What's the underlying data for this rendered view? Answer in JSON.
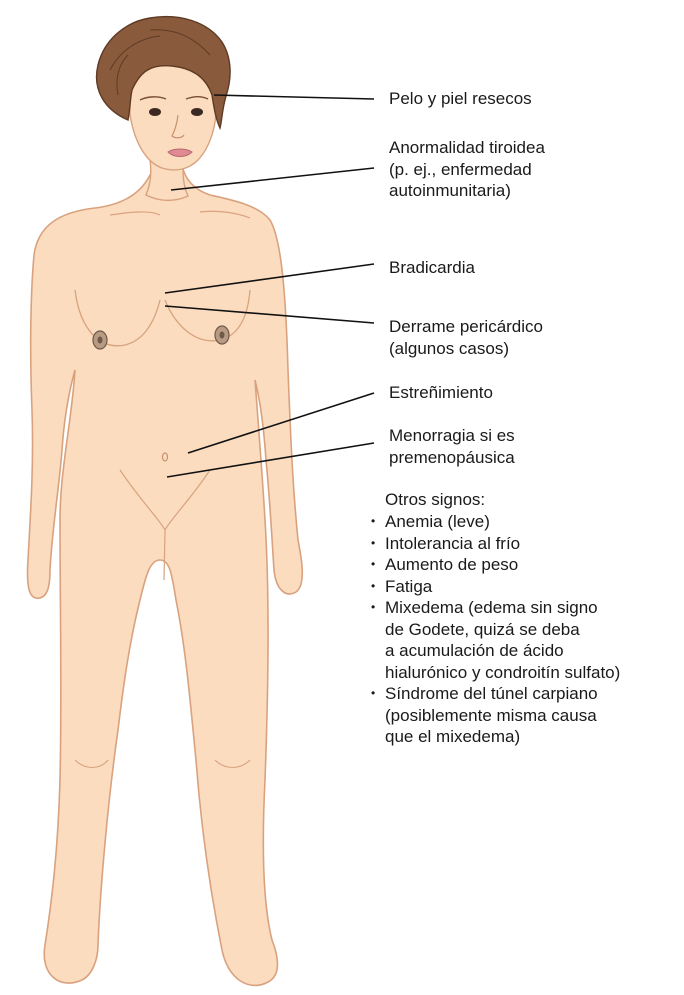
{
  "colors": {
    "skin": "#fbdcbf",
    "skin_outline": "#d9a27f",
    "hair": "#8a5a3c",
    "hair_dark": "#5e3a24",
    "leader_line": "#111111",
    "lips": "#e08a93"
  },
  "icons": [
    "woman-figure-illustration"
  ],
  "labels": [
    {
      "id": "dry-hair-skin",
      "lines": [
        "Pelo y piel resecos"
      ]
    },
    {
      "id": "thyroid",
      "lines": [
        "Anormalidad tiroidea",
        "(p. ej., enfermedad",
        "autoinmunitaria)"
      ]
    },
    {
      "id": "bradycardia",
      "lines": [
        "Bradicardia"
      ]
    },
    {
      "id": "pericardial",
      "lines": [
        "Derrame pericárdico",
        "(algunos casos)"
      ]
    },
    {
      "id": "constipation",
      "lines": [
        "Estreñimiento"
      ]
    },
    {
      "id": "menorrhagia",
      "lines": [
        "Menorragia si es",
        "premenopáusica"
      ]
    }
  ],
  "other_signs": {
    "title": "Otros signos:",
    "bullet": "•",
    "items": [
      {
        "lines": [
          "Anemia (leve)"
        ]
      },
      {
        "lines": [
          "Intolerancia al frío"
        ]
      },
      {
        "lines": [
          "Aumento de peso"
        ]
      },
      {
        "lines": [
          "Fatiga"
        ]
      },
      {
        "lines": [
          "Mixedema (edema sin signo",
          "de Godete, quizá se deba",
          "a acumulación de ácido",
          "hialurónico y condroitín sulfato)"
        ]
      },
      {
        "lines": [
          "Síndrome del túnel carpiano",
          "(posiblemente misma causa",
          "que el mixedema)"
        ]
      }
    ]
  }
}
